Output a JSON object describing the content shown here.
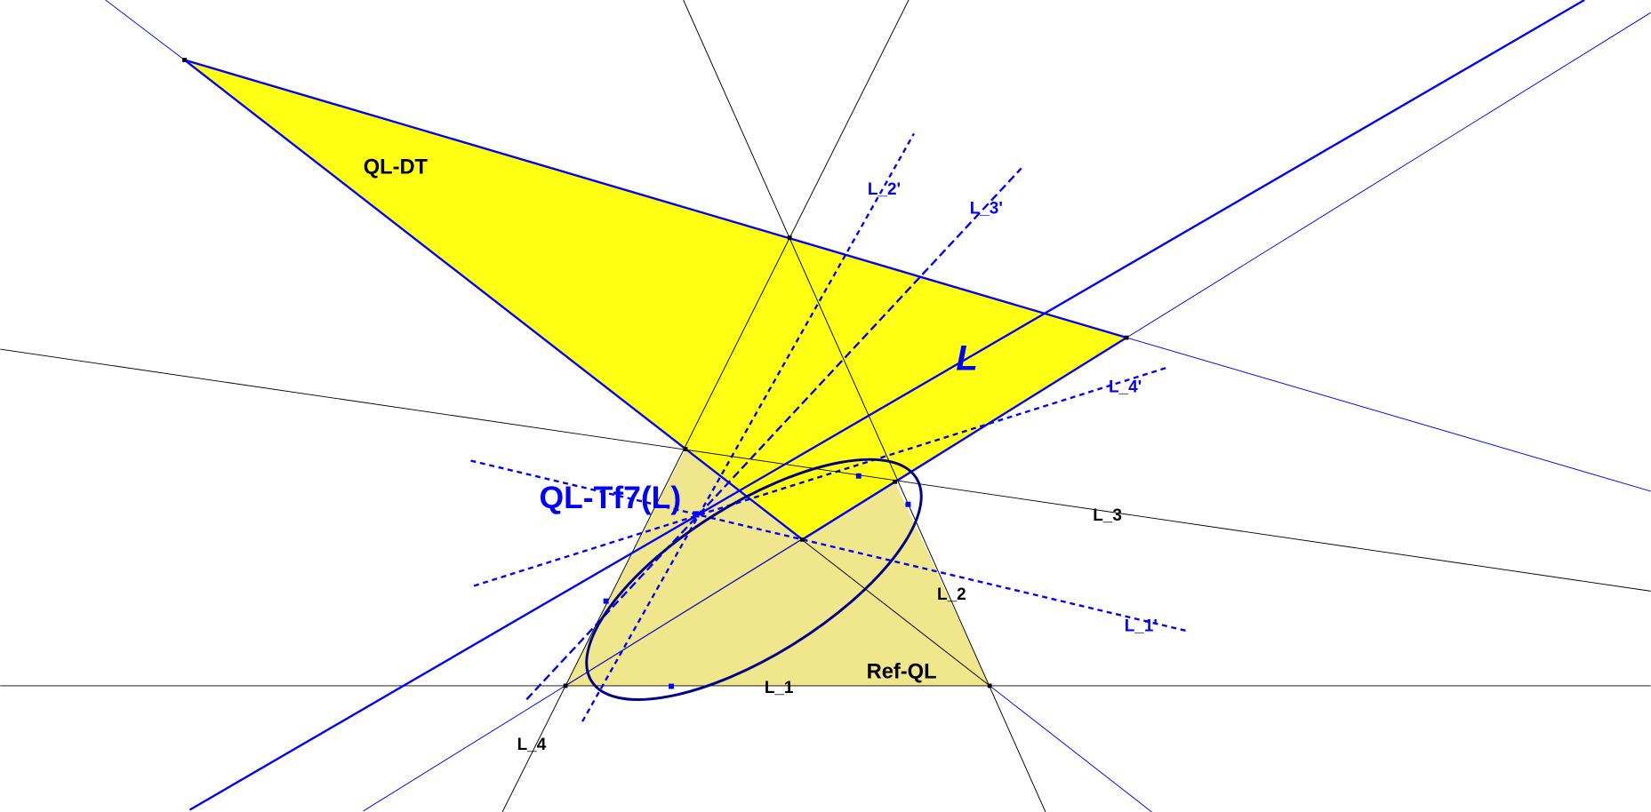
{
  "labels": {
    "ql_dt": "QL-DT",
    "line_l": "L",
    "ql_tf7": "QL-Tf7(L)",
    "ref_ql": "Ref-QL",
    "l1": "L_1",
    "l2": "L_2",
    "l3": "L_3",
    "l4": "L_4",
    "l1p": "L_1'",
    "l2p": "L_2'",
    "l3p": "L_3'",
    "l4p": "L_4'"
  },
  "colors": {
    "ql_dt_fill": "#ffff00",
    "ref_ql_fill": "#f0e68c",
    "blue": "#0000ff",
    "ellipse": "#00008b",
    "reference_lines": "#000000"
  }
}
